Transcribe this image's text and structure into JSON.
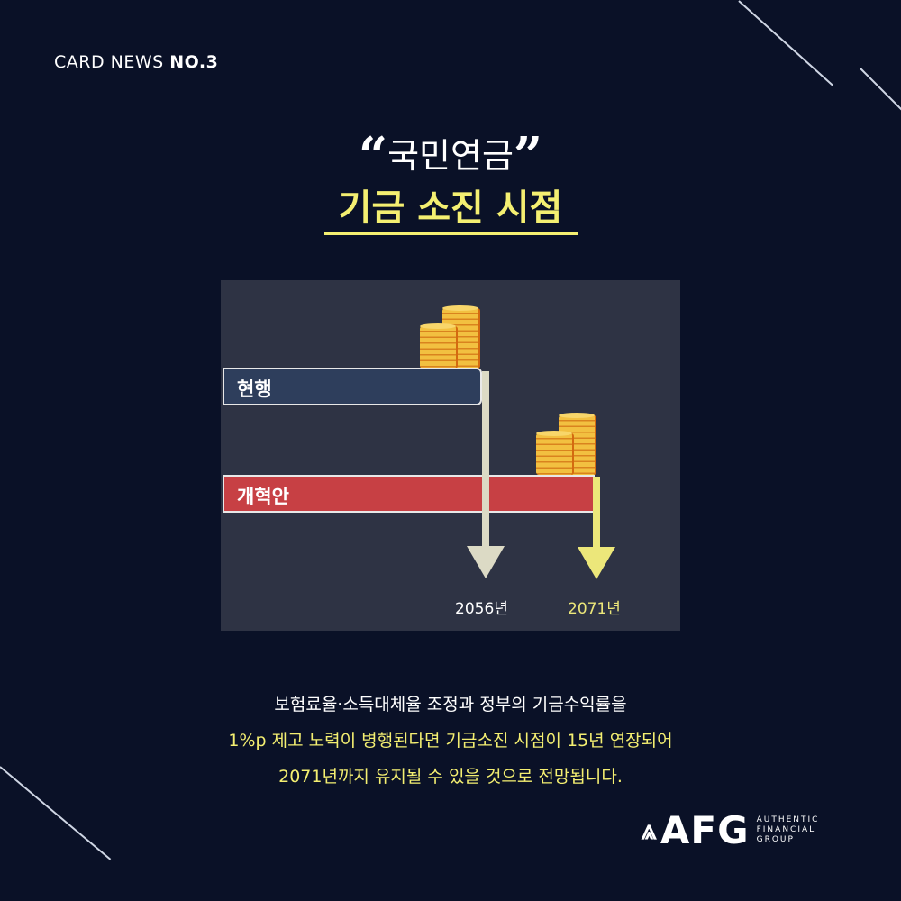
{
  "header": {
    "card_label": "CARD NEWS",
    "card_no": "NO.3"
  },
  "title": {
    "open_quote": "“",
    "line1": "국민연금",
    "close_quote": "”",
    "line2": "기금 소진 시점"
  },
  "chart": {
    "bars": [
      {
        "label": "현행",
        "year": "2056년",
        "color": "#2e3e5c"
      },
      {
        "label": "개혁안",
        "year": "2071년",
        "color": "#c74044"
      }
    ],
    "arrow_colors": [
      "#dcdac5",
      "#ece77a"
    ]
  },
  "body": {
    "line1": "보험료율·소득대체율 조정과 정부의 기금수익률을",
    "line2": "1%p 제고 노력이 병행된다면 기금소진 시점이 15년 연장되어",
    "line3": "2071년까지 유지될 수 있을 것으로 전망됩니다."
  },
  "logo": {
    "name": "AFG",
    "sub1": "AUTHENTIC",
    "sub2": "FINANCIAL",
    "sub3": "GROUP"
  }
}
